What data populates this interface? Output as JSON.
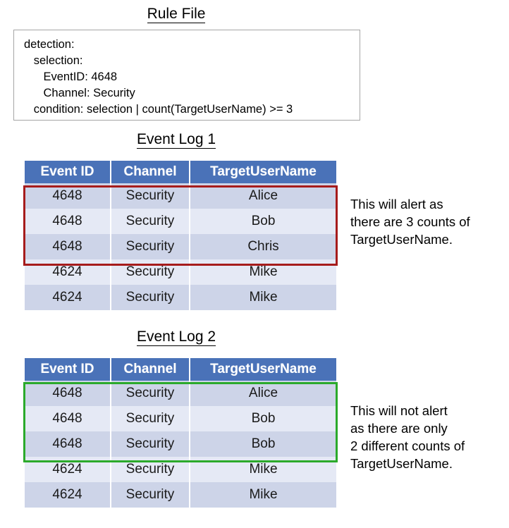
{
  "titles": {
    "rule_file": "Rule File",
    "event_log_1": "Event Log 1",
    "event_log_2": "Event Log 2"
  },
  "rule_file": {
    "lines": [
      "detection:",
      "   selection:",
      "      EventID: 4648",
      "      Channel: Security",
      "   condition: selection | count(TargetUserName) >= 3"
    ]
  },
  "colors": {
    "header_blue": "#4A72B8",
    "row_dark": "#CDD4E8",
    "row_light": "#E5E9F5",
    "alert_border_red": "#A61C1C",
    "no_alert_border_green": "#2BAA2B",
    "box_border_gray": "#A6A6A6"
  },
  "table_columns": [
    "Event ID",
    "Channel",
    "TargetUserName"
  ],
  "event_log_1": {
    "columns": [
      "Event ID",
      "Channel",
      "TargetUserName"
    ],
    "rows": [
      [
        "4648",
        "Security",
        "Alice"
      ],
      [
        "4648",
        "Security",
        "Bob"
      ],
      [
        "4648",
        "Security",
        "Chris"
      ],
      [
        "4624",
        "Security",
        "Mike"
      ],
      [
        "4624",
        "Security",
        "Mike"
      ]
    ],
    "highlight_rows": [
      0,
      1,
      2
    ],
    "highlight_color": "#A61C1C"
  },
  "event_log_2": {
    "columns": [
      "Event ID",
      "Channel",
      "TargetUserName"
    ],
    "rows": [
      [
        "4648",
        "Security",
        "Alice"
      ],
      [
        "4648",
        "Security",
        "Bob"
      ],
      [
        "4648",
        "Security",
        "Bob"
      ],
      [
        "4624",
        "Security",
        "Mike"
      ],
      [
        "4624",
        "Security",
        "Mike"
      ]
    ],
    "highlight_rows": [
      0,
      1,
      2
    ],
    "highlight_color": "#2BAA2B"
  },
  "notes": {
    "alert": {
      "lines": [
        "This will alert as",
        "there are 3 counts of",
        "TargetUserName."
      ]
    },
    "no_alert": {
      "lines": [
        "This will not alert",
        "as there are only",
        "2 different counts of",
        "TargetUserName."
      ]
    }
  }
}
